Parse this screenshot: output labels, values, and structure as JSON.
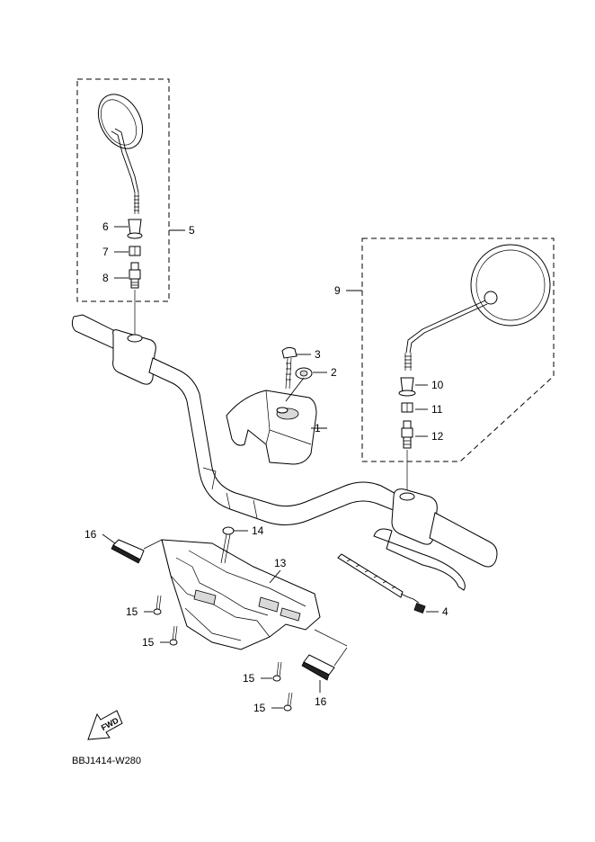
{
  "diagram_code": "BBJ1414-W280",
  "fwd_label": "FWD",
  "callouts": {
    "c1": "1",
    "c2": "2",
    "c3": "3",
    "c4": "4",
    "c5": "5",
    "c6": "6",
    "c7": "7",
    "c8": "8",
    "c9": "9",
    "c10": "10",
    "c11": "11",
    "c12": "12",
    "c13": "13",
    "c14": "14",
    "c15a": "15",
    "c15b": "15",
    "c15c": "15",
    "c15d": "15",
    "c16a": "16",
    "c16b": "16"
  }
}
